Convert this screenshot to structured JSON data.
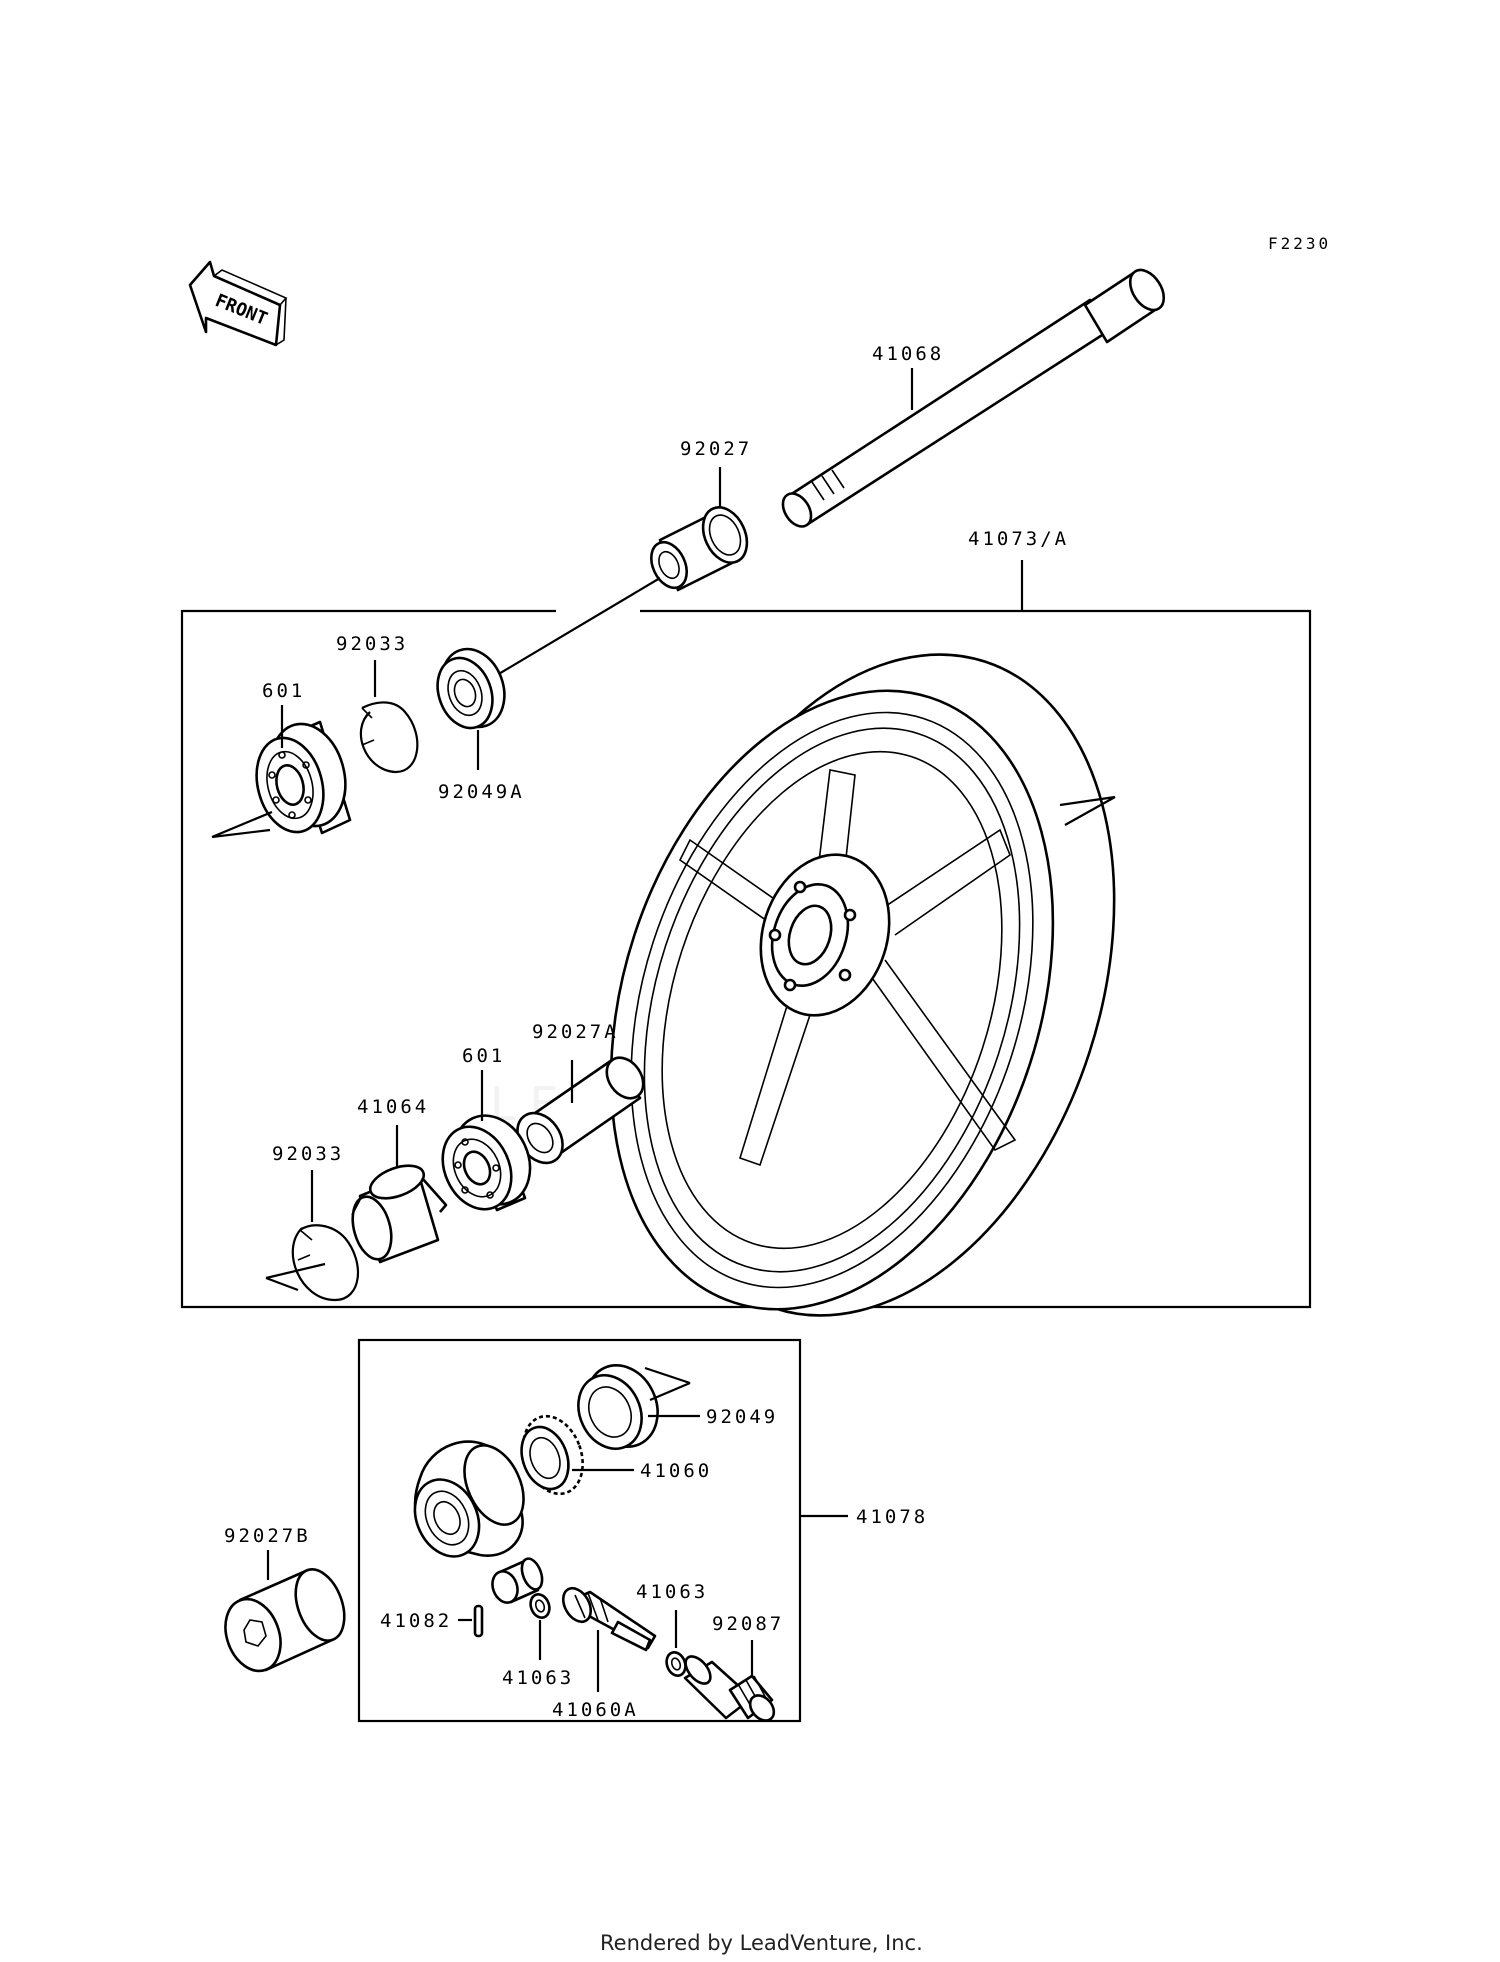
{
  "figure_code": "F2230",
  "front_arrow_text": "FRONT",
  "watermark": "LEADVENTURE",
  "footer": "Rendered by LeadVenture, Inc.",
  "parts": {
    "axle": "41068",
    "collar_top": "92027",
    "wheel_assy": "41073/A",
    "circlip_top": "92033",
    "bearing_top": "601",
    "oil_seal_top": "92049A",
    "collar_mid": "92027A",
    "bearing_mid": "601",
    "retainer": "41064",
    "circlip_bottom": "92033",
    "oil_seal_gear": "92049",
    "gear": "41060",
    "meter_gear_assy": "41078",
    "collar_bottom": "92027B",
    "pin": "41082",
    "washer_left": "41063",
    "washer_right": "41063",
    "pinion": "41060A",
    "bushing": "92087"
  }
}
